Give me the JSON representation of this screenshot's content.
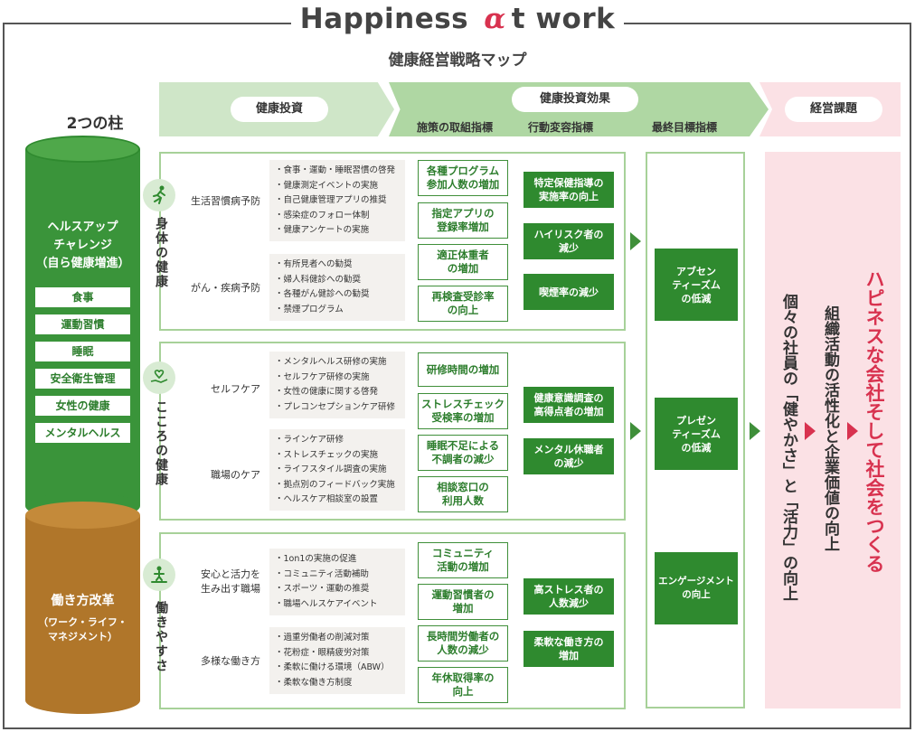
{
  "title": {
    "before": "Happiness ",
    "alpha": "α",
    "after": "t work"
  },
  "subtitle": "健康経営戦略マップ",
  "pillars_header": "2つの柱",
  "band": {
    "investment": "健康投資",
    "effect": "健康投資効果",
    "issue": "経営課題",
    "sub1": "施策の取組指標",
    "sub2": "行動変容指標",
    "sub3": "最終目標指標"
  },
  "cylinder_green": {
    "title": "ヘルスアップ\nチャレンジ\n（自ら健康増進）",
    "items": [
      "食事",
      "運動習慣",
      "睡眠",
      "安全衛生管理",
      "女性の健康",
      "メンタルヘルス"
    ]
  },
  "cylinder_brown": {
    "title": "働き方改革",
    "sub": "（ワーク・ライフ・\nマネジメント）"
  },
  "sections": [
    {
      "label": "身体の健康",
      "icon": "running-person-icon",
      "categories": [
        {
          "name": "生活習慣病予防",
          "items": [
            "・食事・運動・睡眠習慣の啓発",
            "・健康測定イベントの実施",
            "・自己健康管理アプリの推奨",
            "・感染症のフォロー体制",
            "・健康アンケートの実施"
          ]
        },
        {
          "name": "がん・疾病予防",
          "items": [
            "・有所見者への勧奨",
            "・婦人科健診への勧奨",
            "・各種がん健診への勧奨",
            "・禁煙プログラム"
          ]
        }
      ],
      "activity": [
        "各種プログラム\n参加人数の増加",
        "指定アプリの\n登録率増加",
        "適正体重者\nの増加",
        "再検査受診率\nの向上"
      ],
      "behavior": [
        "特定保健指導の\n実施率の向上",
        "ハイリスク者の\n減少",
        "喫煙率の減少"
      ]
    },
    {
      "label": "こころの健康",
      "icon": "heart-hand-icon",
      "categories": [
        {
          "name": "セルフケア",
          "items": [
            "・メンタルヘルス研修の実施",
            "・セルフケア研修の実施",
            "・女性の健康に関する啓発",
            "・プレコンセプションケア研修"
          ]
        },
        {
          "name": "職場のケア",
          "items": [
            "・ラインケア研修",
            "・ストレスチェックの実施",
            "・ライフスタイル調査の実施",
            "・拠点別のフィードバック実施",
            "・ヘルスケア相談室の設置"
          ]
        }
      ],
      "activity": [
        "研修時間の増加",
        "ストレスチェック\n受検率の増加",
        "睡眠不足による\n不調者の減少",
        "相談窓口の\n利用人数"
      ],
      "behavior": [
        "健康意識調査の\n高得点者の増加",
        "メンタル休職者\nの減少"
      ]
    },
    {
      "label": "働きやすさ",
      "icon": "workplace-person-icon",
      "categories": [
        {
          "name": "安心と活力を\n生み出す職場",
          "items": [
            "・1on1の実施の促進",
            "・コミュニティ活動補助",
            "・スポーツ・運動の推奨",
            "・職場ヘルスケアイベント"
          ]
        },
        {
          "name": "多様な働き方",
          "items": [
            "・過重労働者の削減対策",
            "・花粉症・眼精疲労対策",
            "・柔軟に働ける環境（ABW）",
            "・柔軟な働き方制度"
          ]
        }
      ],
      "activity": [
        "コミュニティ\n活動の増加",
        "運動習慣者の\n増加",
        "長時間労働者の\n人数の減少",
        "年休取得率の\n向上"
      ],
      "behavior": [
        "高ストレス者の\n人数減少",
        "柔軟な働き方の\n増加"
      ]
    }
  ],
  "final": [
    "アブセン\nティーズム\nの低減",
    "プレゼン\nティーズム\nの低減",
    "エンゲージメント\nの向上"
  ],
  "issue": {
    "line1": "個々の社員の「健やかさ」と「活力」の向上",
    "line2": "組織活動の活性化と企業価値の向上",
    "line3": "ハピネスな会社そして社会をつくる"
  },
  "colors": {
    "green": "#2f8a2f",
    "light_green": "#a7d199",
    "brown": "#b0762a",
    "pink": "#fbe1e5",
    "red": "#d8324f"
  }
}
